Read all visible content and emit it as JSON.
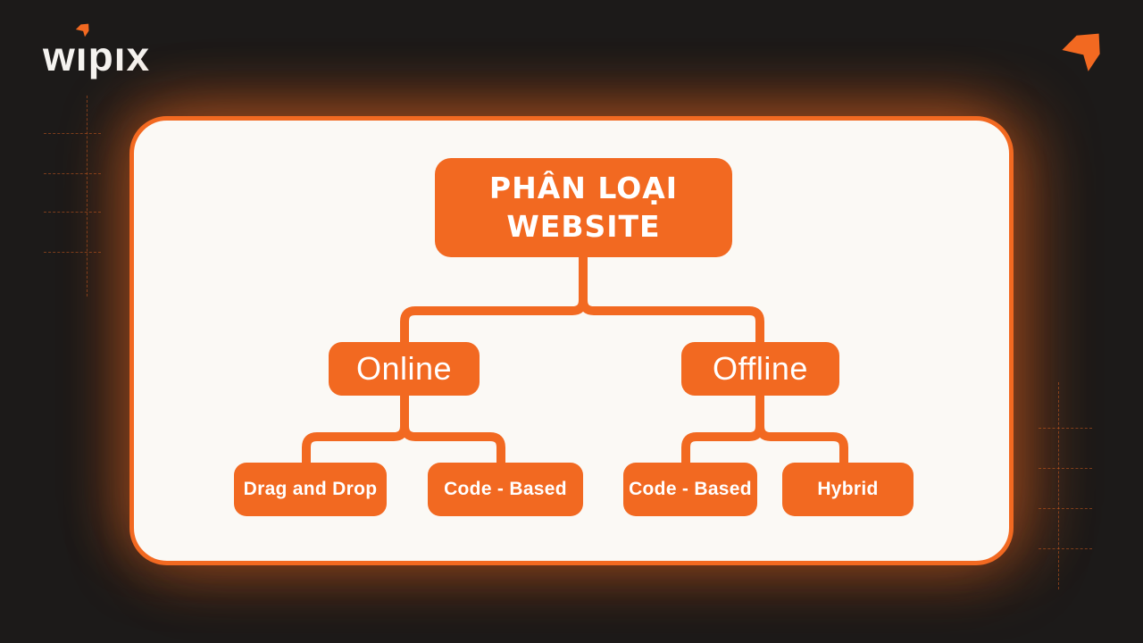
{
  "brand": {
    "name": "wipix",
    "letters": [
      "w",
      "ı",
      "p",
      "ı",
      "x"
    ]
  },
  "tree": {
    "root": {
      "label": "PHÂN LOẠI\nWEBSITE"
    },
    "branches": [
      {
        "label": "Online",
        "children": [
          {
            "label": "Drag and Drop"
          },
          {
            "label": "Code - Based"
          }
        ]
      },
      {
        "label": "Offline",
        "children": [
          {
            "label": "Code - Based"
          },
          {
            "label": "Hybrid"
          }
        ]
      }
    ]
  },
  "colors": {
    "accent": "#f26921",
    "page_bg": "#1c1a19",
    "card_bg": "#fbf9f5",
    "text_on_accent": "#ffffff",
    "logo_text": "#f5f3f0"
  }
}
